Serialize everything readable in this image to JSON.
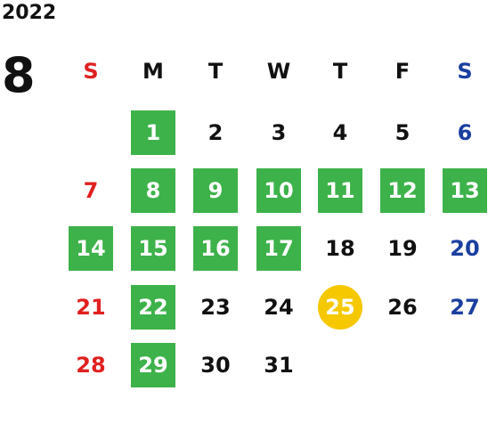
{
  "year": "2022",
  "month": "8",
  "colors": {
    "sunday": "#e02020",
    "saturday": "#1a3fa0",
    "weekday": "#111111",
    "highlight": "#3db24a",
    "today": "#f5c800"
  },
  "weekdays": [
    "S",
    "M",
    "T",
    "W",
    "T",
    "F",
    "S"
  ],
  "weeks": [
    [
      "",
      "1",
      "2",
      "3",
      "4",
      "5",
      "6"
    ],
    [
      "7",
      "8",
      "9",
      "10",
      "11",
      "12",
      "13"
    ],
    [
      "14",
      "15",
      "16",
      "17",
      "18",
      "19",
      "20"
    ],
    [
      "21",
      "22",
      "23",
      "24",
      "25",
      "26",
      "27"
    ],
    [
      "28",
      "29",
      "30",
      "31",
      "",
      "",
      ""
    ]
  ],
  "highlighted_days": [
    "1",
    "8",
    "9",
    "10",
    "11",
    "12",
    "13",
    "14",
    "15",
    "16",
    "17",
    "22",
    "29"
  ],
  "today": "25"
}
